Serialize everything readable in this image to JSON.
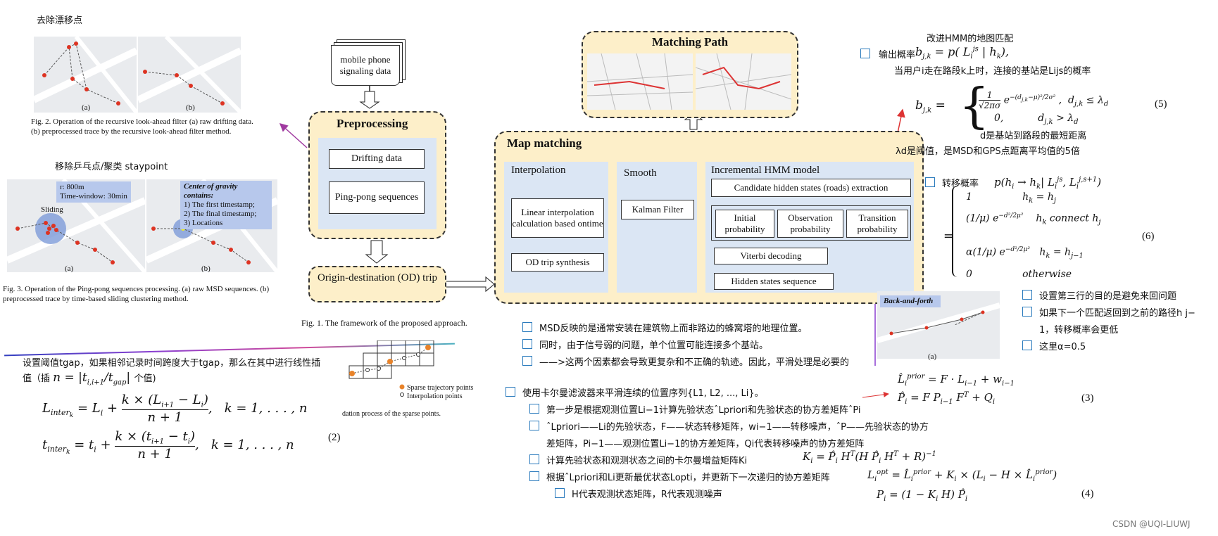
{
  "drift": {
    "heading": "去除漂移点",
    "sub_a": "(a)",
    "sub_b": "(b)",
    "caption": "Fig. 2.    Operation of the recursive look-ahead filter (a) raw drifting data. (b) preprocessed trace by the recursive look-ahead filter method."
  },
  "pingpong": {
    "heading": "移除乒乓点/聚类 staypoint",
    "params": "r: 800m\nTime-window: 30min",
    "sliding": "Sliding",
    "gravity_title": "Center of gravity contains:",
    "gravity_items": [
      "1) The first timestamp;",
      "2) The final timestamp;",
      "3) Locations"
    ],
    "sub_a": "(a)",
    "sub_b": "(b)",
    "caption": "Fig. 3.    Operation of the Ping-pong sequences processing. (a) raw MSD sequences. (b) preprocessed trace by time-based sliding clustering method."
  },
  "fig1": {
    "caption": "Fig. 1.    The framework of the proposed approach.",
    "doc_label": "mobile phone signaling data",
    "preprocessing": {
      "title": "Preprocessing",
      "drifting": "Drifting data",
      "pingpong": "Ping-pong sequences"
    },
    "od": "Origin-destination (OD) trip",
    "matching_path": "Matching Path",
    "map_matching": {
      "title": "Map matching",
      "interpolation": {
        "title": "Interpolation",
        "linear": "Linear interpolation calculation based ontime",
        "od_synth": "OD trip synthesis"
      },
      "smooth": {
        "title": "Smooth",
        "kalman": "Kalman Filter"
      },
      "hmm": {
        "title": "Incremental HMM model",
        "candidate": "Candidate hidden states (roads) extraction",
        "initial": "Initial probability",
        "observation": "Observation probability",
        "transition": "Transition probability",
        "viterbi": "Viterbi decoding",
        "hidden": "Hidden states sequence"
      }
    }
  },
  "interp": {
    "text1": "设置阈值tgap，如果相邻记录时间跨度大于tgap，那么在其中进行线性插",
    "text2_pre": "值（插",
    "text2_post": "个值)",
    "n_expr": "n = |t",
    "eq_num": "(2)",
    "legend_sparse": "Sparse trajectory points",
    "legend_interp": "Interpolation points",
    "grid_caption": "dation process of the sparse points."
  },
  "msd_notes": [
    "MSD反映的是通常安装在建筑物上而非路边的蜂窝塔的地理位置。",
    "同时，由于信号弱的问题，单个位置可能连接多个基站。",
    "——>这两个因素都会导致更复杂和不正确的轨迹。因此，平滑处理是必要的"
  ],
  "kalman": {
    "intro": "使用卡尔曼滤波器来平滑连续的位置序列{L1, L2, ..., Li}。",
    "step1": "第一步是根据观测位置Li−1计算先验状态ˆLpriori和先验状态的协方差矩阵ˆPi",
    "defs1": "ˆLpriori——Li的先验状态，F——状态转移矩阵，wi−1——转移噪声，ˆP——先验状态的协方",
    "defs2": "差矩阵，Pi−1——观测位置Li−1的协方差矩阵，Qi代表转移噪声的协方差矩阵",
    "gain": "计算先验状态和观测状态之间的卡尔曼增益矩阵Ki",
    "update": "根据ˆLpriori和Li更新最优状态Lopti，并更新下一次递归的协方差矩阵",
    "hr": "H代表观测状态矩阵，R代表观测噪声",
    "eq3_num": "(3)",
    "eq4_num": "(4)"
  },
  "hmm_notes": {
    "heading": "改进HMM的地图匹配",
    "output_prob": "输出概率",
    "output_desc": "当用户i走在路段k上时，连接的基站是Lijs的概率",
    "d_desc": "d是基站到路段的最短距离",
    "lambda_desc": "λd是阈值，是MSD和GPS点距离平均值的5倍",
    "eq5_num": "(5)",
    "trans_prob": "转移概率",
    "eq6_num": "(6)",
    "backforth": "Back-and-forth",
    "sub_a": "(a)",
    "third_row": "设置第三行的目的是避免来回问题",
    "return_note1": "如果下一个匹配返回到之前的路径h j−",
    "return_note2": "1，转移概率会更低",
    "alpha": "这里α=0.5"
  },
  "watermark": "CSDN @UQI-LIUWJ"
}
